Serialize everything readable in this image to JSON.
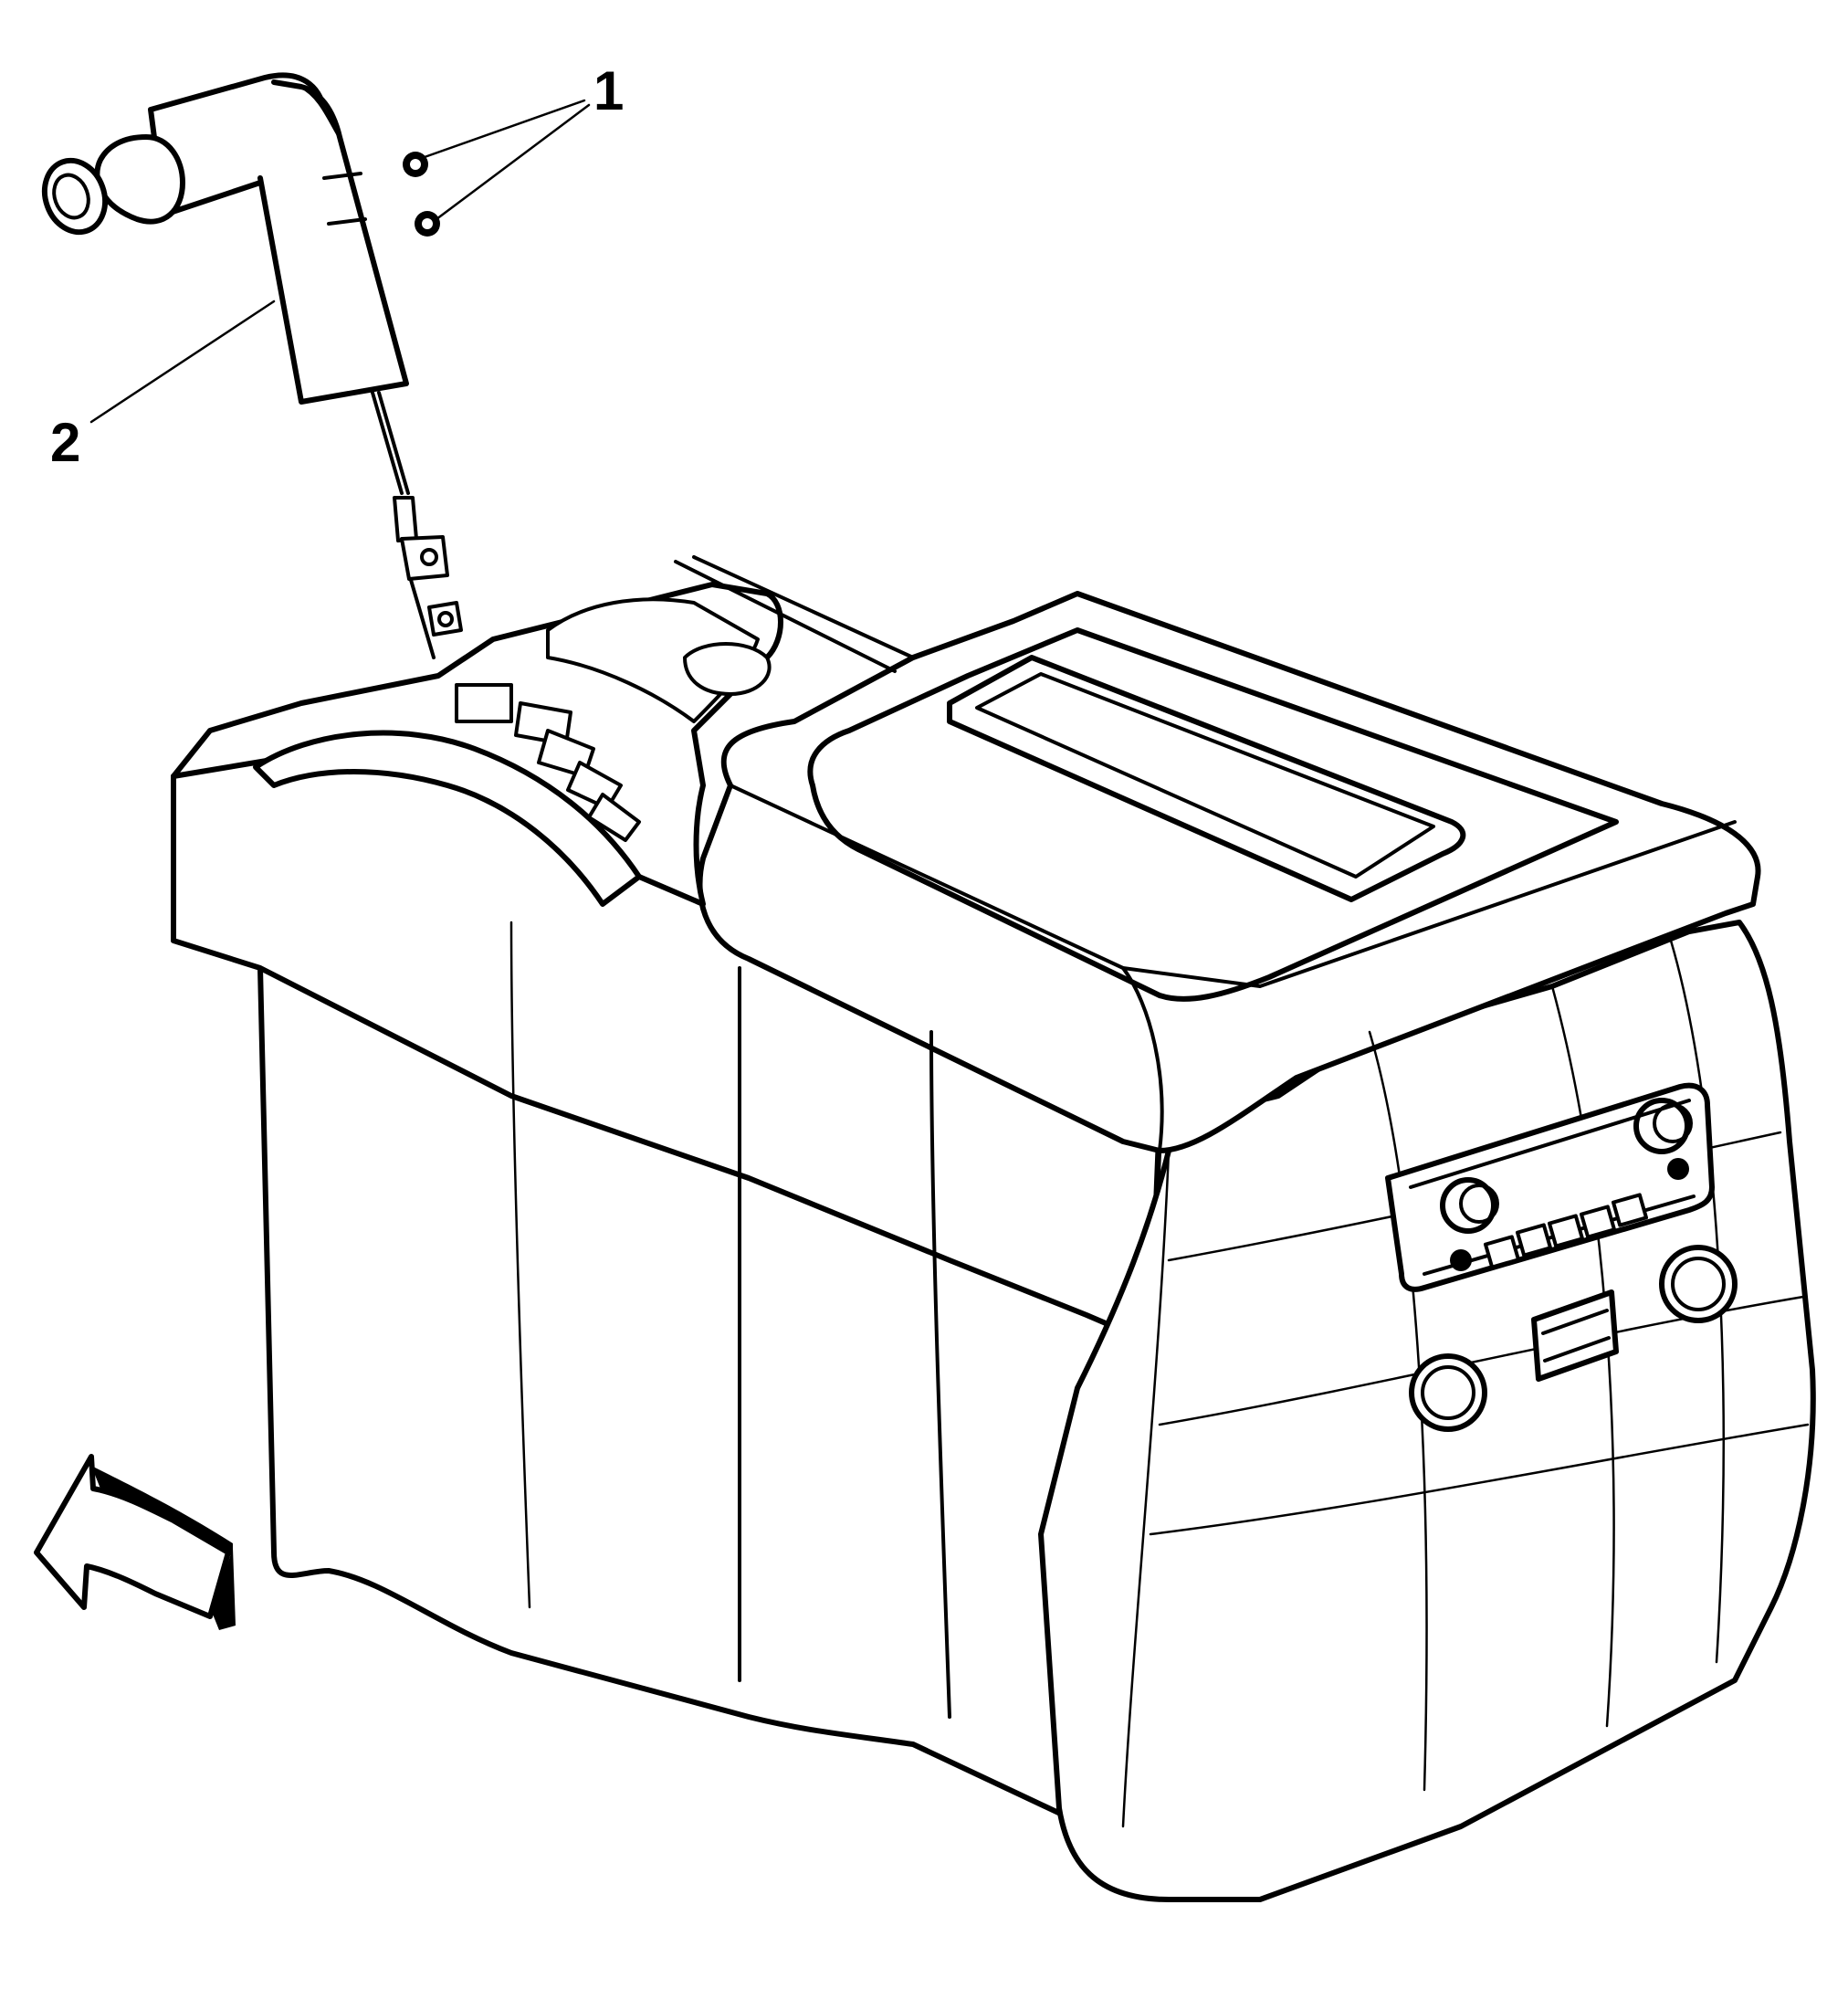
{
  "callouts": [
    {
      "id": "1",
      "text": "1"
    },
    {
      "id": "2",
      "text": "2"
    }
  ],
  "icons": {
    "view_arrow": "view-direction-arrow",
    "fasteners": "screw-icon"
  }
}
